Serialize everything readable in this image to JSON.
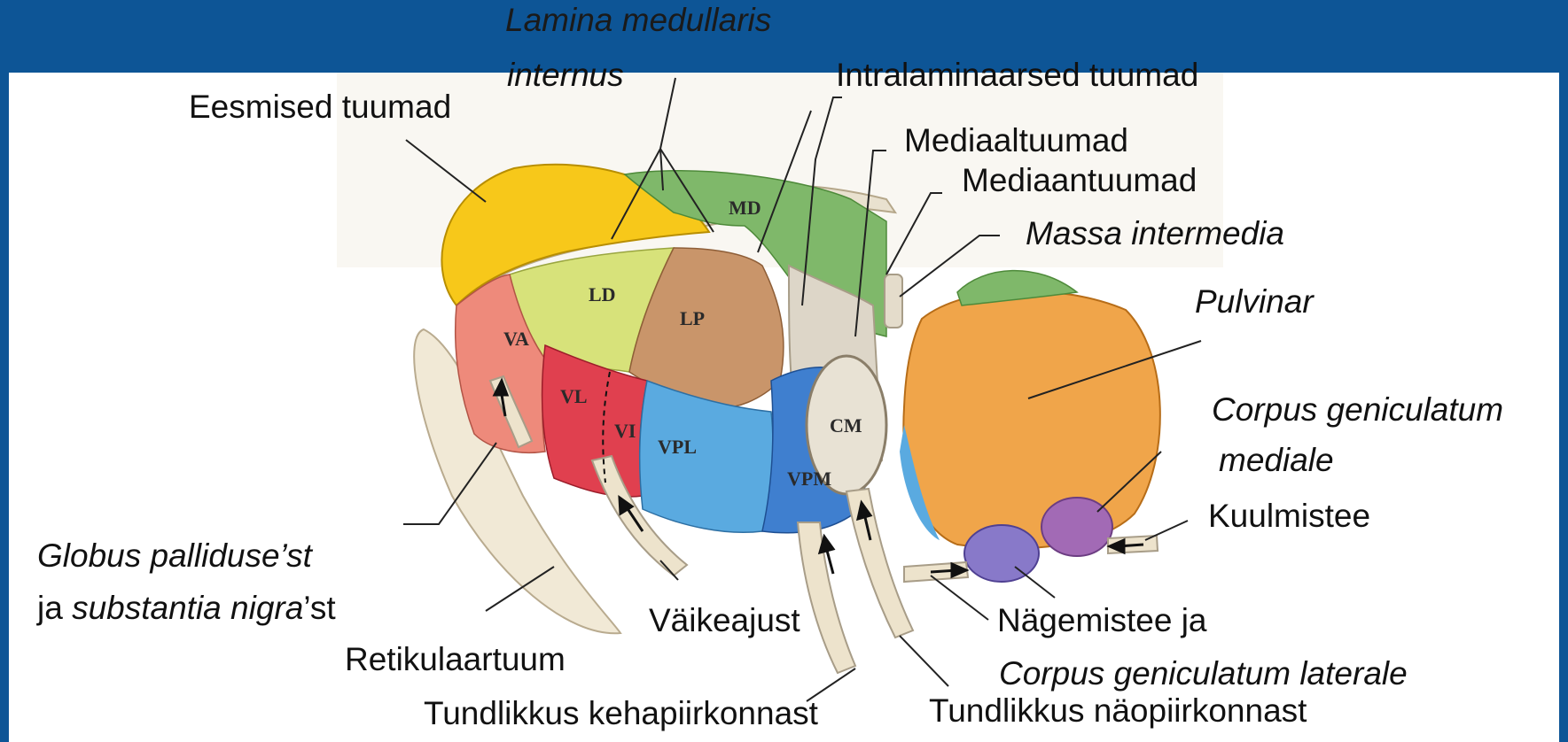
{
  "labels": {
    "lamina_line1": "Lamina medullaris",
    "lamina_line2": "internus",
    "intralaminaarsed": "Intralaminaarsed tuumad",
    "eesmised": "Eesmised tuumad",
    "mediaaltuumad": "Mediaaltuumad",
    "mediaantuumad": "Mediaantuumad",
    "massa": "Massa intermedia",
    "pulvinar": "Pulvinar",
    "cgm_line1": "Corpus geniculatum",
    "cgm_line2": "mediale",
    "kuulmistee": "Kuulmistee",
    "globus_line1": "Globus palliduse’st",
    "globus_ja": "ja ",
    "globus_sn": "substantia nigra",
    "globus_st": "’st",
    "vaikeajust": "Väikeajust",
    "nagemistee": "Nägemistee  ja",
    "cgl": "Corpus geniculatum laterale",
    "retikulaartuum": "Retikulaartuum",
    "tundlikkus_keha": "Tundlikkus kehapiirkonnast",
    "tundlikkus_nao": "Tundlikkus näopiirkonnast"
  },
  "regions": {
    "MD": "MD",
    "LD": "LD",
    "LP": "LP",
    "VA": "VA",
    "VL": "VL",
    "VI": "VI",
    "VPL": "VPL",
    "VPM": "VPM",
    "CM": "CM"
  },
  "colors": {
    "band": "#0d5596",
    "anterior": "#f7c81a",
    "md": "#7fb86a",
    "ld": "#d7e27a",
    "lp": "#c9956a",
    "va": "#ee8a7b",
    "vl": "#e0404f",
    "vpl": "#5aaae0",
    "vpm": "#3f7fcf",
    "cm_fill": "#e8e2d4",
    "pulvinar": "#f0a54a",
    "mgb": "#a26ab5",
    "lgb": "#8879c9",
    "tract": "#ede3cc"
  }
}
